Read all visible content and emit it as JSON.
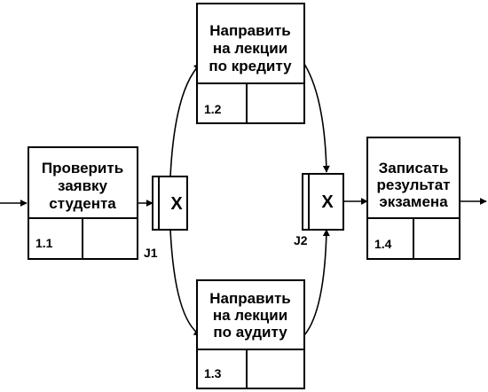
{
  "activities": [
    {
      "id": "a11",
      "number": "1.1",
      "lines": [
        "Проверить",
        "заявку",
        "студента"
      ]
    },
    {
      "id": "a12",
      "number": "1.2",
      "lines": [
        "Направить",
        "на лекции",
        "по кредиту"
      ]
    },
    {
      "id": "a13",
      "number": "1.3",
      "lines": [
        "Направить",
        "на лекции",
        "по аудиту"
      ]
    },
    {
      "id": "a14",
      "number": "1.4",
      "lines": [
        "Записать",
        "результат",
        "экзамена"
      ]
    }
  ],
  "junctions": [
    {
      "id": "j1",
      "symbol": "X",
      "label": "J1"
    },
    {
      "id": "j2",
      "symbol": "X",
      "label": "J2"
    }
  ]
}
